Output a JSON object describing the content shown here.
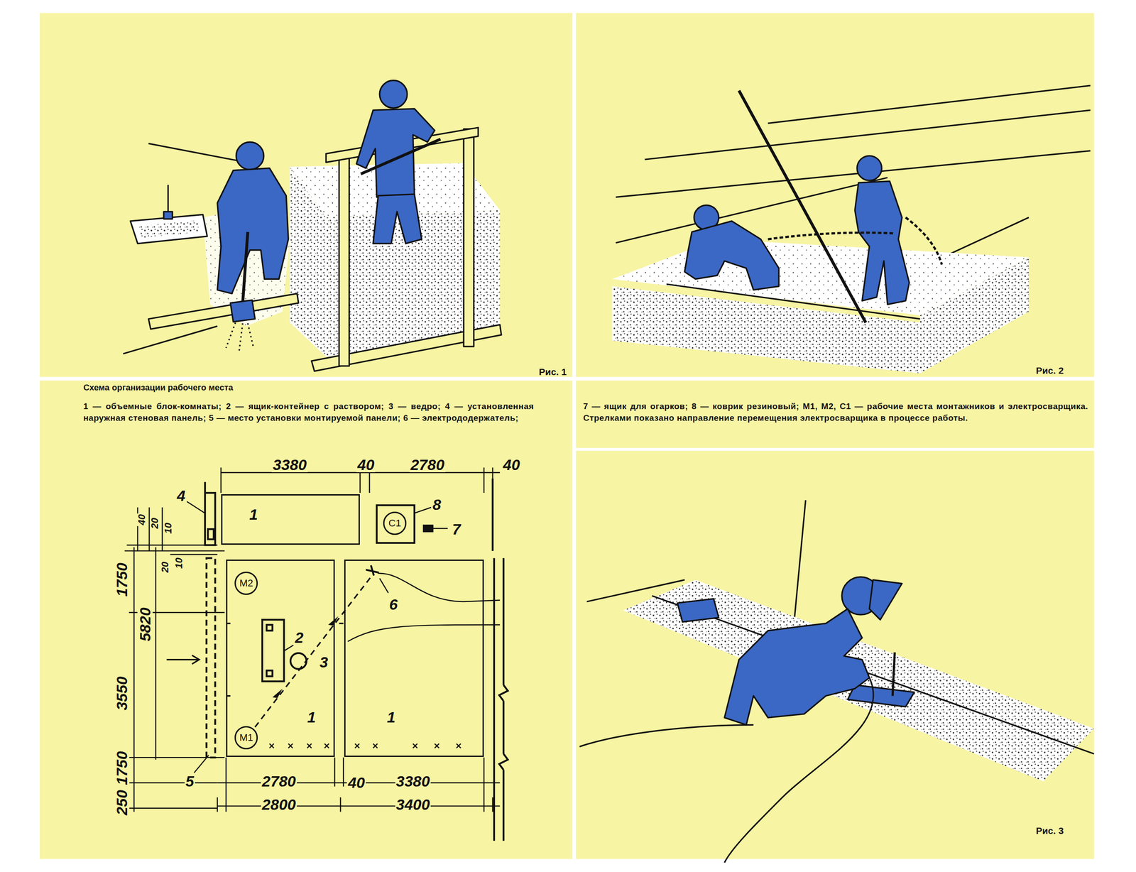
{
  "diagram": {
    "title": "Схема организации рабочего места",
    "nodes": [
      {
        "text": [
          "1"
        ]
      },
      {
        "text": [
          "С1"
        ]
      },
      {
        "text": [
          "1"
        ]
      },
      {
        "text": [
          "М2"
        ],
        "in": 2
      },
      {
        "text": [
          "М1"
        ],
        "in": 2
      },
      {
        "text": [
          "1"
        ]
      }
    ],
    "labels": [
      "Рис. 1",
      "Рис. 2",
      "1 — объемные блок-комнаты; 2 — ящик-контейнер с раствором; 3 — ведро; 4 — установленная наружная стеновая панель; 5 — место установки монтируемой панели; 6 — электрододержатель;",
      "7 — ящик для огарков; 8 — коврик резиновый; М1, М2, С1 — рабочие места монтажников и электросварщика. Стрелками показано направление перемещения электросварщика в процессе работы.",
      "3380",
      "40",
      "2780",
      "40",
      "40",
      "20",
      "10",
      "20",
      "10",
      "1750",
      "5820",
      "3550",
      "1750",
      "250",
      "2780",
      "40",
      "3380",
      "2800",
      "3400",
      "4",
      "8",
      "7",
      "2",
      "3",
      "6",
      "5",
      "Рис. 3"
    ]
  }
}
